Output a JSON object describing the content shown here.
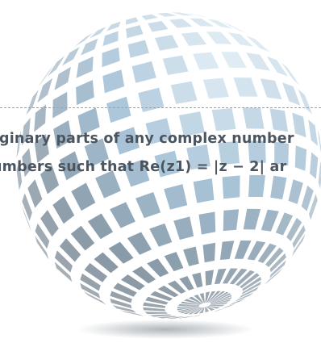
{
  "text": {
    "line_1": "aginary parts of any complex number",
    "line_2": "umbers such that Re(z1) = |z − 2| ar"
  },
  "colors": {
    "tile_dark": "#7f8b95",
    "tile_mid": "#a9c4d8",
    "tile_light": "#dce9f3",
    "text": "#4a5560",
    "dash": "#9aa3ab"
  },
  "icons": [
    "globe-graphic"
  ]
}
